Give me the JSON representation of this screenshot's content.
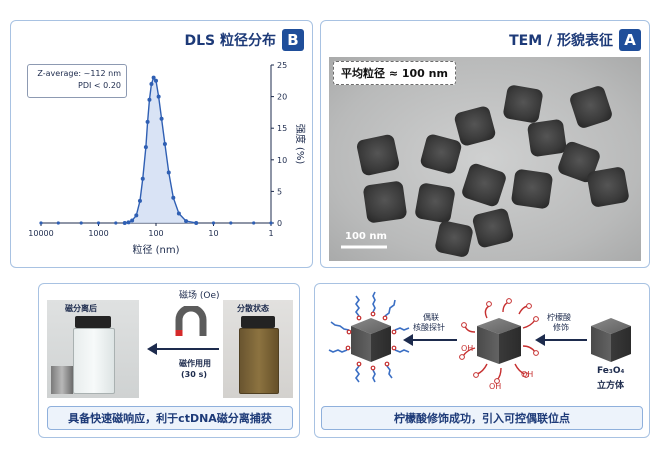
{
  "panel_a": {
    "title": "TEM / 形貌表征",
    "badge": "A",
    "avg_size_label": "平均粒径 ≈ 100 nm",
    "scale_bar": "100 nm"
  },
  "panel_b": {
    "title": "DLS 粒径分布",
    "badge": "B",
    "legend_line1": "Z-average: ~112 nm",
    "legend_line2": "PDI < 0.20",
    "chart_data": {
      "type": "line",
      "xlabel": "粒径 (nm)",
      "ylabel": "强度 (%)",
      "x_scale": "log-reversed",
      "xticks": [
        "10000",
        "1000",
        "100",
        "10",
        "1"
      ],
      "yticks": [
        "0",
        "5",
        "10",
        "15",
        "20",
        "25"
      ],
      "ylim": [
        0,
        25
      ],
      "x": [
        20,
        30,
        40,
        50,
        60,
        70,
        80,
        90,
        100,
        110,
        120,
        130,
        140,
        150,
        170,
        190,
        220,
        260,
        300,
        350
      ],
      "values": [
        0,
        0.3,
        1.5,
        4,
        8,
        12.5,
        16.5,
        20,
        22.5,
        23,
        22,
        19.5,
        16,
        12,
        7,
        3.5,
        1.2,
        0.4,
        0.1,
        0
      ],
      "grid": false
    }
  },
  "panel_c": {
    "label_fe3o4": "Fe₃O₄",
    "label_cube": "立方体",
    "arrow1_line1": "柠檬酸",
    "arrow1_line2": "修饰",
    "arrow2_line1": "偶联",
    "arrow2_line2": "核酸探针",
    "oh": "OH",
    "caption": "柠檬酸修饰成功，引入可控偶联位点"
  },
  "panel_d": {
    "field_label": "磁场 (Oe)",
    "left_vial_label": "磁分离后",
    "right_vial_label": "分散状态",
    "arrow_line1": "磁作用用",
    "arrow_line2": "(30 s)",
    "caption": "具备快速磁响应，利于ctDNA磁分离捕获"
  },
  "colors": {
    "accent": "#1f4e9a",
    "curve": "#2f5fb3",
    "fill": "#cfdcf2",
    "frame": "#a8c2e2"
  }
}
